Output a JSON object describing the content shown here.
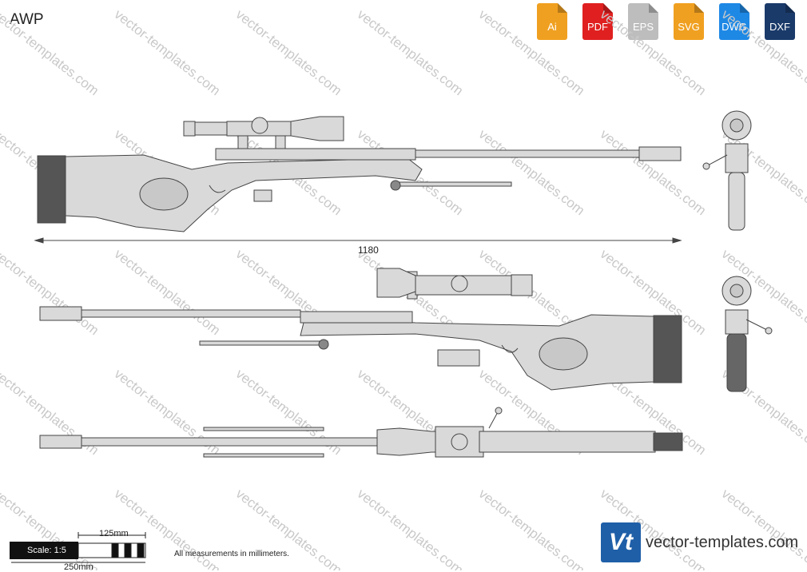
{
  "title": "AWP",
  "formats": [
    {
      "label": "Ai",
      "color": "#f0a020",
      "icon": "ai-file-icon"
    },
    {
      "label": "PDF",
      "color": "#e02020",
      "icon": "pdf-file-icon"
    },
    {
      "label": "EPS",
      "color": "#bdbdbd",
      "icon": "eps-file-icon"
    },
    {
      "label": "SVG",
      "color": "#f0a020",
      "icon": "svg-file-icon"
    },
    {
      "label": "DWG",
      "color": "#1e88e5",
      "icon": "dwg-file-icon"
    },
    {
      "label": "DXF",
      "color": "#1a3a6a",
      "icon": "dxf-file-icon"
    }
  ],
  "dimension": "1180",
  "scale": {
    "label": "Scale: 1:5",
    "mid": "125mm",
    "end": "250mm"
  },
  "note": "All measurements in millimeters.",
  "brand": {
    "logo_text": "Vt",
    "site": "vector-templates.com",
    "watermark": "vector-templates.com"
  }
}
